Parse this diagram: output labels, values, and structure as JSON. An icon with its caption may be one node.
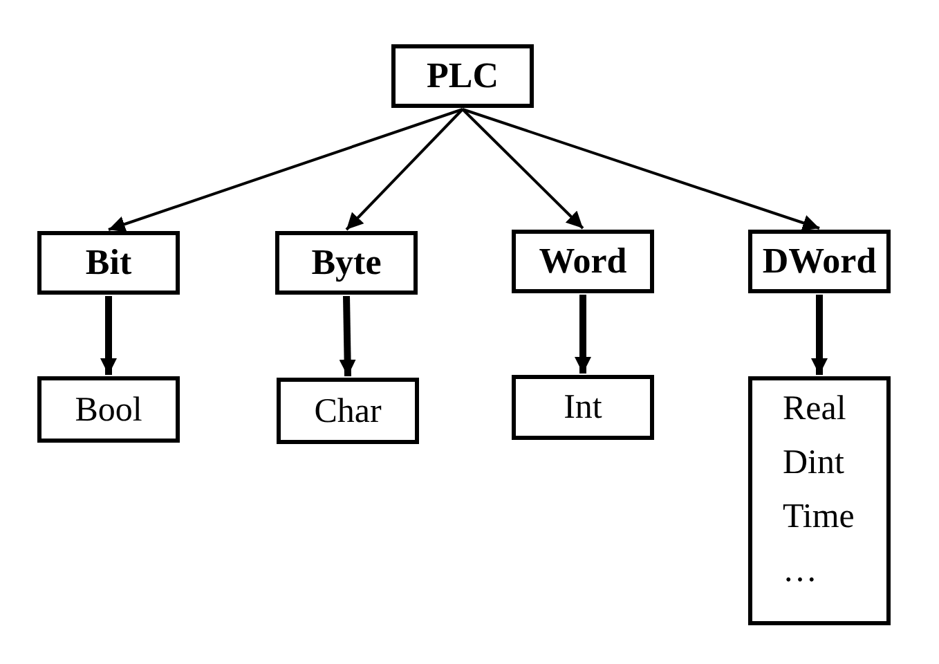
{
  "diagram": {
    "nodes": [
      {
        "text": [
          "PLC"
        ]
      },
      {
        "text": [
          "Bit"
        ]
      },
      {
        "text": [
          "Byte"
        ]
      },
      {
        "text": [
          "Word"
        ]
      },
      {
        "text": [
          "DWord"
        ]
      },
      {
        "text": [
          "Bool"
        ]
      },
      {
        "text": [
          "Char"
        ]
      },
      {
        "text": [
          "Int"
        ]
      },
      {
        "text": [
          "Real",
          "Dint",
          "Time",
          "…"
        ]
      }
    ],
    "edges": [
      {
        "from": 0,
        "to": 1,
        "arrow": "to"
      },
      {
        "from": 0,
        "to": 2,
        "arrow": "to"
      },
      {
        "from": 0,
        "to": 3,
        "arrow": "to"
      },
      {
        "from": 0,
        "to": 4,
        "arrow": "to"
      },
      {
        "from": 1,
        "to": 5,
        "arrow": "to",
        "style": "thick"
      },
      {
        "from": 2,
        "to": 6,
        "arrow": "to",
        "style": "thick"
      },
      {
        "from": 3,
        "to": 7,
        "arrow": "to",
        "style": "thick"
      },
      {
        "from": 4,
        "to": 8,
        "arrow": "to",
        "style": "thick"
      }
    ]
  }
}
